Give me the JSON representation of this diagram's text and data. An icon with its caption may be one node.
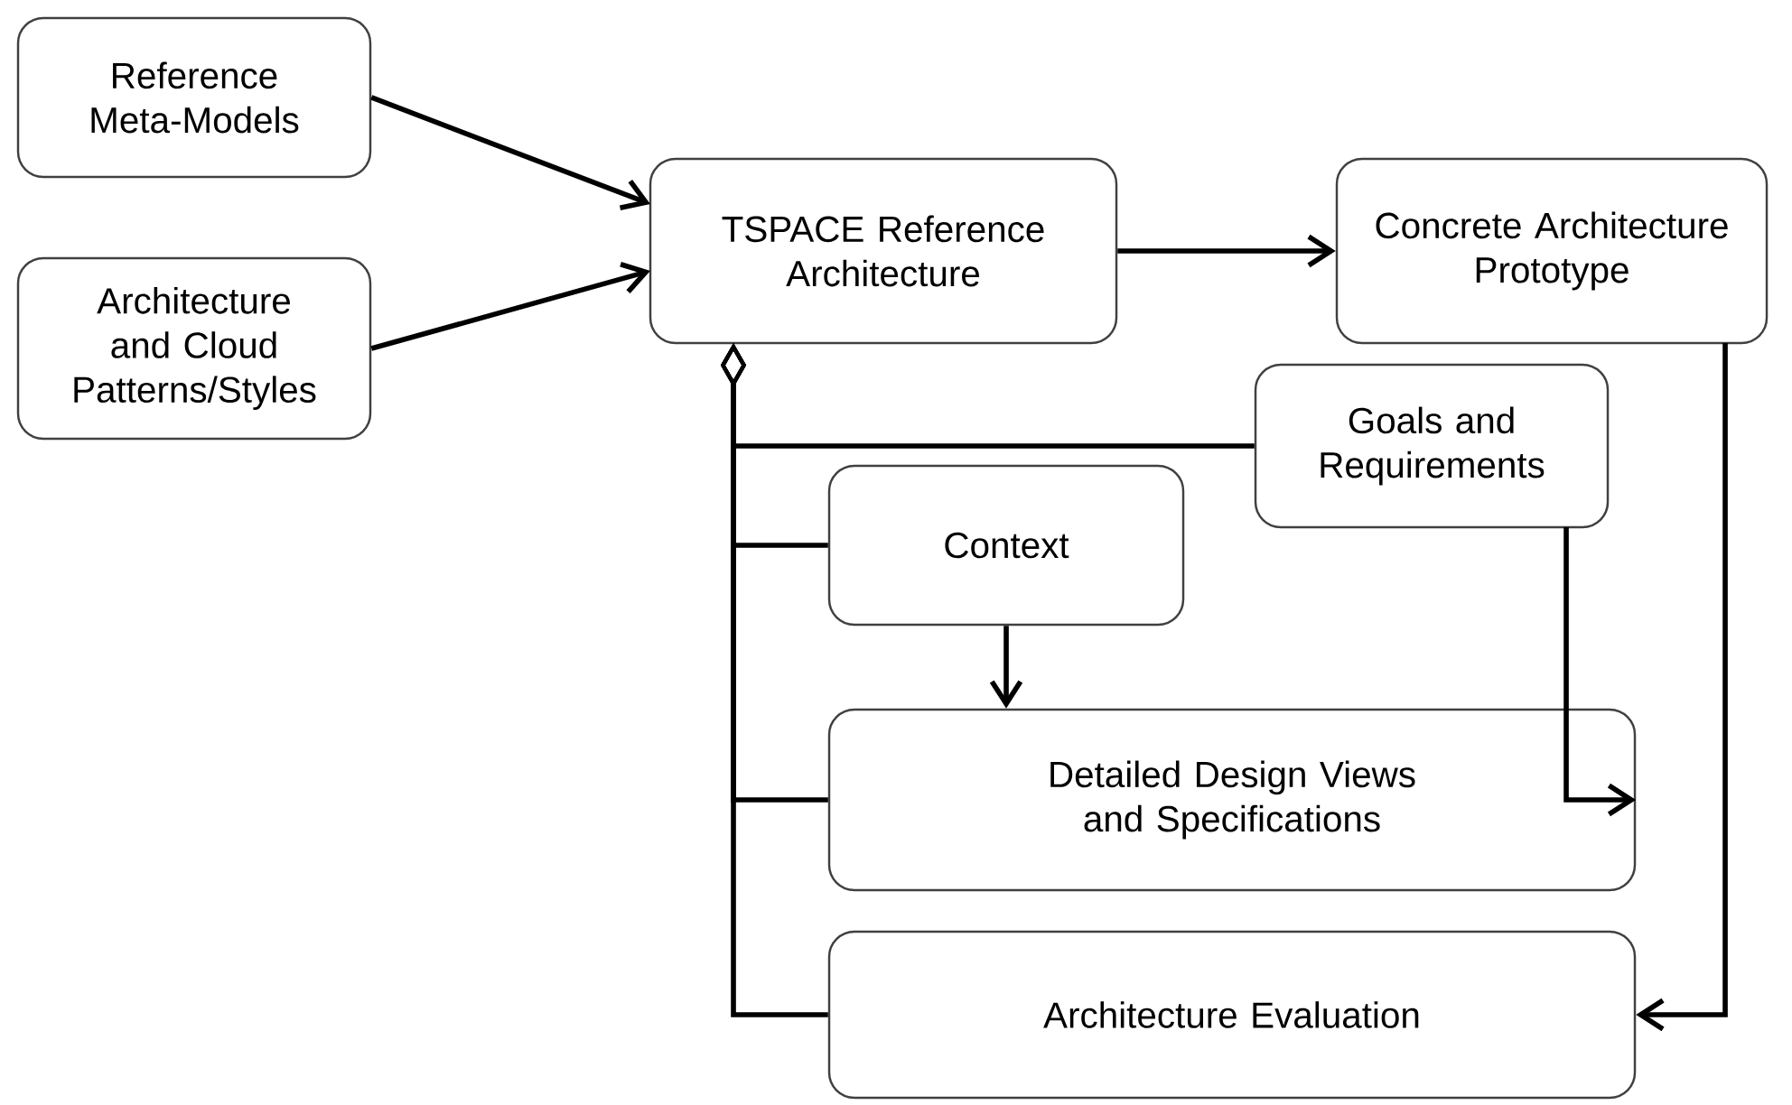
{
  "diagram": {
    "nodes": [
      {
        "text": [
          "Reference Meta-Models"
        ]
      },
      {
        "text": [
          "Architecture and Cloud Patterns/Styles"
        ]
      },
      {
        "text": [
          "TSPACE Reference Architecture"
        ]
      },
      {
        "text": [
          "Concrete Architecture Prototype"
        ]
      },
      {
        "text": [
          "Goals and Requirements"
        ]
      },
      {
        "text": [
          "Context"
        ]
      },
      {
        "text": [
          "Detailed Design Views and Specifications"
        ]
      },
      {
        "text": [
          "Architecture Evaluation"
        ]
      }
    ],
    "edges": [
      {
        "from": 0,
        "to": 2,
        "arrow": "to"
      },
      {
        "from": 1,
        "to": 2,
        "arrow": "to"
      },
      {
        "from": 2,
        "to": 3,
        "arrow": "to"
      },
      {
        "from": 3,
        "to": 7,
        "arrow": "to"
      },
      {
        "from": 4,
        "to": 6,
        "arrow": "to"
      },
      {
        "from": 5,
        "to": 6,
        "arrow": "to"
      },
      {
        "from": 2,
        "to": 4,
        "arrow": "other"
      },
      {
        "from": 2,
        "to": 5,
        "arrow": "other"
      },
      {
        "from": 2,
        "to": 6,
        "arrow": "other"
      },
      {
        "from": 2,
        "to": 7,
        "arrow": "other"
      }
    ]
  }
}
